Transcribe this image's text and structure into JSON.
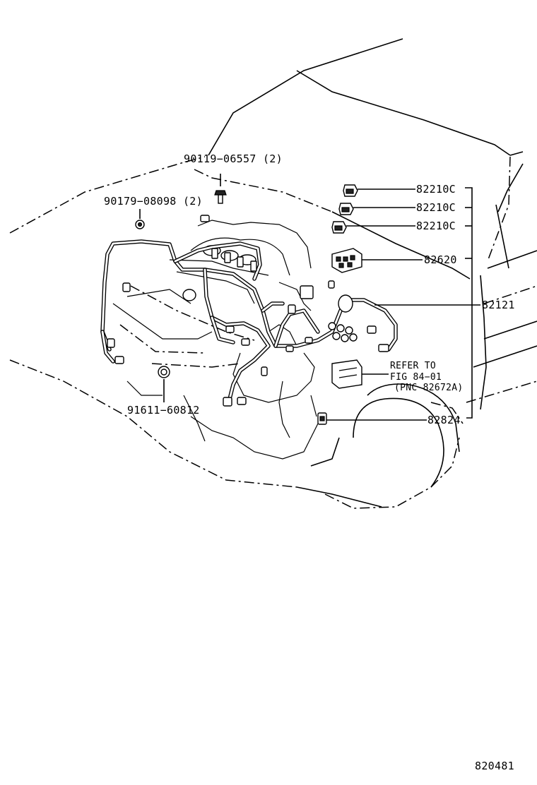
{
  "diagram_id": "820481",
  "callouts": {
    "bolt_upper": "90119−06557 (2)",
    "clip_left": "90179−08098 (2)",
    "clamp_bottom": "91611−60812",
    "relay_1": "82210C",
    "relay_2": "82210C",
    "relay_3": "82210C",
    "relay_block": "82620",
    "harness": "82121",
    "connector": "82824"
  },
  "reference_note": {
    "line1": "REFER TO",
    "line2": "FIG 84−01",
    "line3": "(PNC 82672A)"
  }
}
